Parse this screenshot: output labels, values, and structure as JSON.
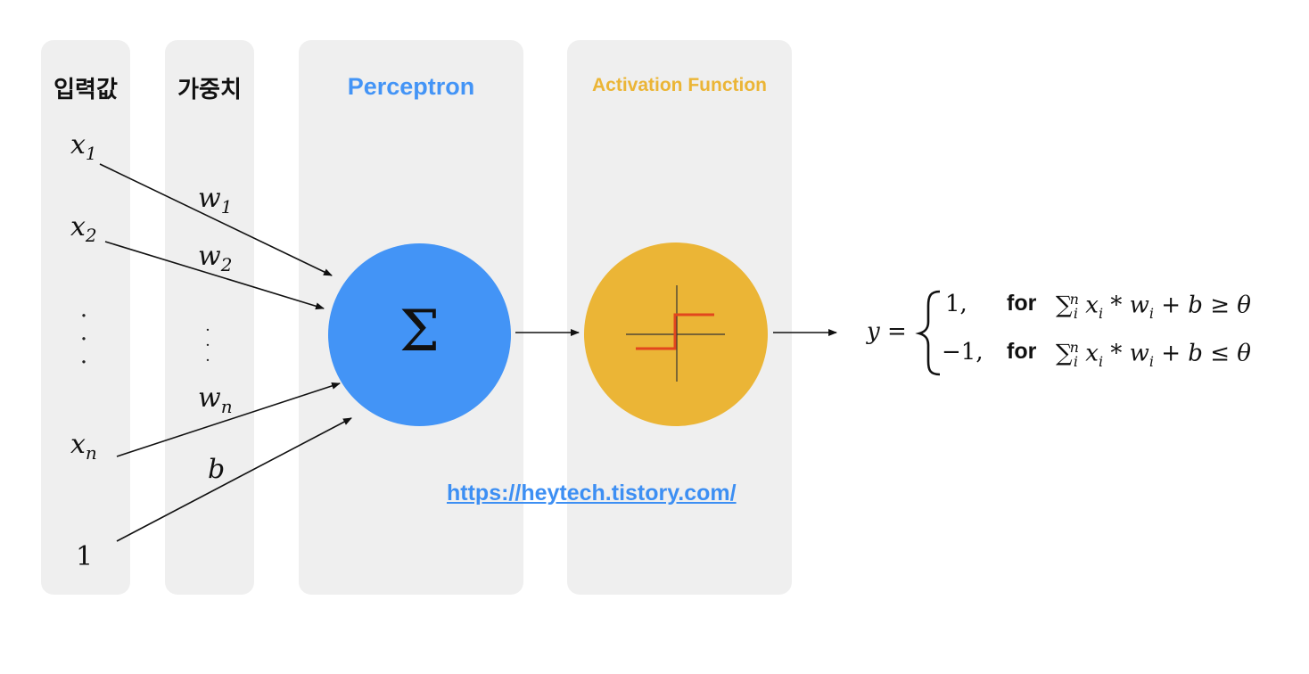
{
  "headers": {
    "inputs": "입력값",
    "weights": "가중치",
    "perceptron": "Perceptron",
    "activation": "Activation Function"
  },
  "inputs": {
    "x1": {
      "base": "x",
      "sub": "1"
    },
    "x2": {
      "base": "x",
      "sub": "2"
    },
    "xn": {
      "base": "x",
      "sub": "n"
    },
    "bias_input": "1"
  },
  "weights": {
    "w1": {
      "base": "w",
      "sub": "1"
    },
    "w2": {
      "base": "w",
      "sub": "2"
    },
    "wn": {
      "base": "w",
      "sub": "n"
    },
    "b": "b"
  },
  "perceptron_symbol": "Σ",
  "formula": {
    "lhs": "y =",
    "case1_value": "1,",
    "case2_value": "−1,",
    "for_label": "for",
    "sum_symbol": "∑",
    "sum_upper": "n",
    "sum_lower": "i",
    "x": "x",
    "x_sub": "i",
    "times": "*",
    "w": "w",
    "w_sub": "i",
    "plus_b": "+ b",
    "geq": "≥",
    "leq": "≤",
    "theta": "θ"
  },
  "url": "https://heytech.tistory.com/",
  "colors": {
    "panel": "#efefef",
    "perceptron": "#4394f6",
    "activation": "#ebb536",
    "step_line": "#e2461d",
    "url": "#3d8ff3"
  }
}
